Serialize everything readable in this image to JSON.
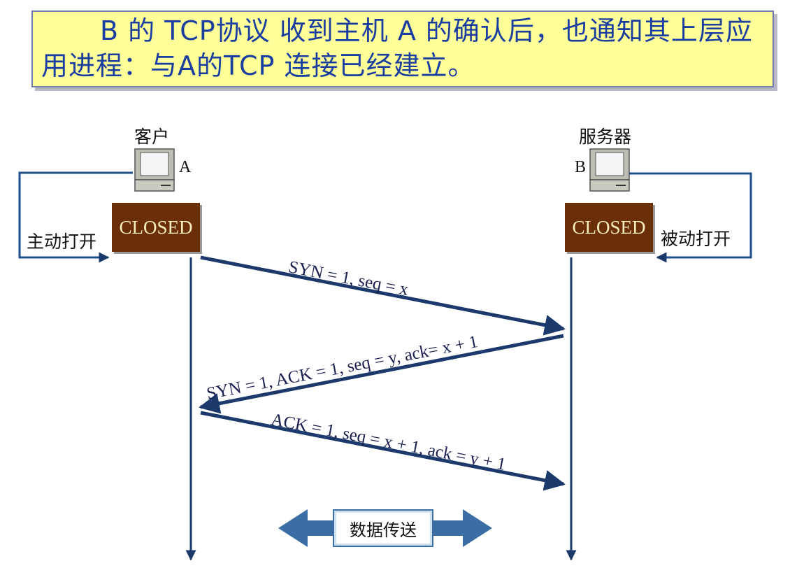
{
  "title": "B 的 TCP协议 收到主机 A 的确认后，也通知其上层应用进程：与A的TCP 连接已经建立。",
  "client": {
    "role_label": "客户",
    "host_label": "A",
    "state": "CLOSED",
    "open_label": "主动打开"
  },
  "server": {
    "role_label": "服务器",
    "host_label": "B",
    "state": "CLOSED",
    "open_label": "被动打开"
  },
  "messages": [
    {
      "text": "SYN = 1, seq = x"
    },
    {
      "text": "SYN = 1, ACK = 1, seq = y, ack= x + 1"
    },
    {
      "text": "ACK = 1, seq = x + 1, ack = y + 1"
    }
  ],
  "data_transfer_label": "数据传送",
  "colors": {
    "title_bg": "#ffff99",
    "title_text": "#1a3ea0",
    "arrow": "#1b3a6b",
    "closed_bg": "#6a2f07",
    "loop_line": "#1f4e8c",
    "data_arrow": "#3a6ea5"
  }
}
